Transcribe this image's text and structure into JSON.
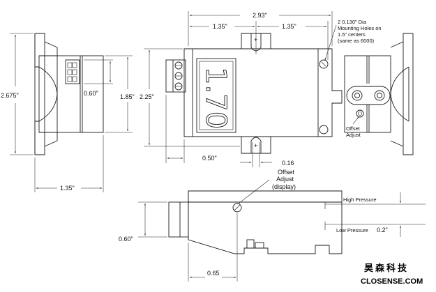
{
  "dimensions": {
    "overall_width": "2.93\"",
    "left_offset": "1.35\"",
    "right_offset": "1.35\"",
    "side_height": "2.675\"",
    "side_width": "1.35\"",
    "terminal_height": "0.60\"",
    "body_height": "1.85\"",
    "front_height": "2.25\"",
    "front_offset": "0.50\"",
    "slot_width": "0.16",
    "bottom_height": "0.60\"",
    "bottom_offset": "0.65",
    "pressure_gap": "0.2\""
  },
  "display": {
    "reading": "1.70"
  },
  "callouts": {
    "mounting_line1": "2 0.130\" Dia",
    "mounting_line2": "Mounting Holes on",
    "mounting_line3": "1.5\" centers",
    "mounting_line4": "(same as 6000)",
    "offset_adjust_line1": "Offset",
    "offset_adjust_line2": "Adjust",
    "offset_display_line1": "Offset",
    "offset_display_line2": "Adjust",
    "offset_display_line3": "(display)",
    "high_pressure": "High Pressure",
    "low_pressure": "Low Pressure"
  },
  "brand": {
    "chinese": "昊森科技",
    "english": "CLOSENSE.COM"
  }
}
